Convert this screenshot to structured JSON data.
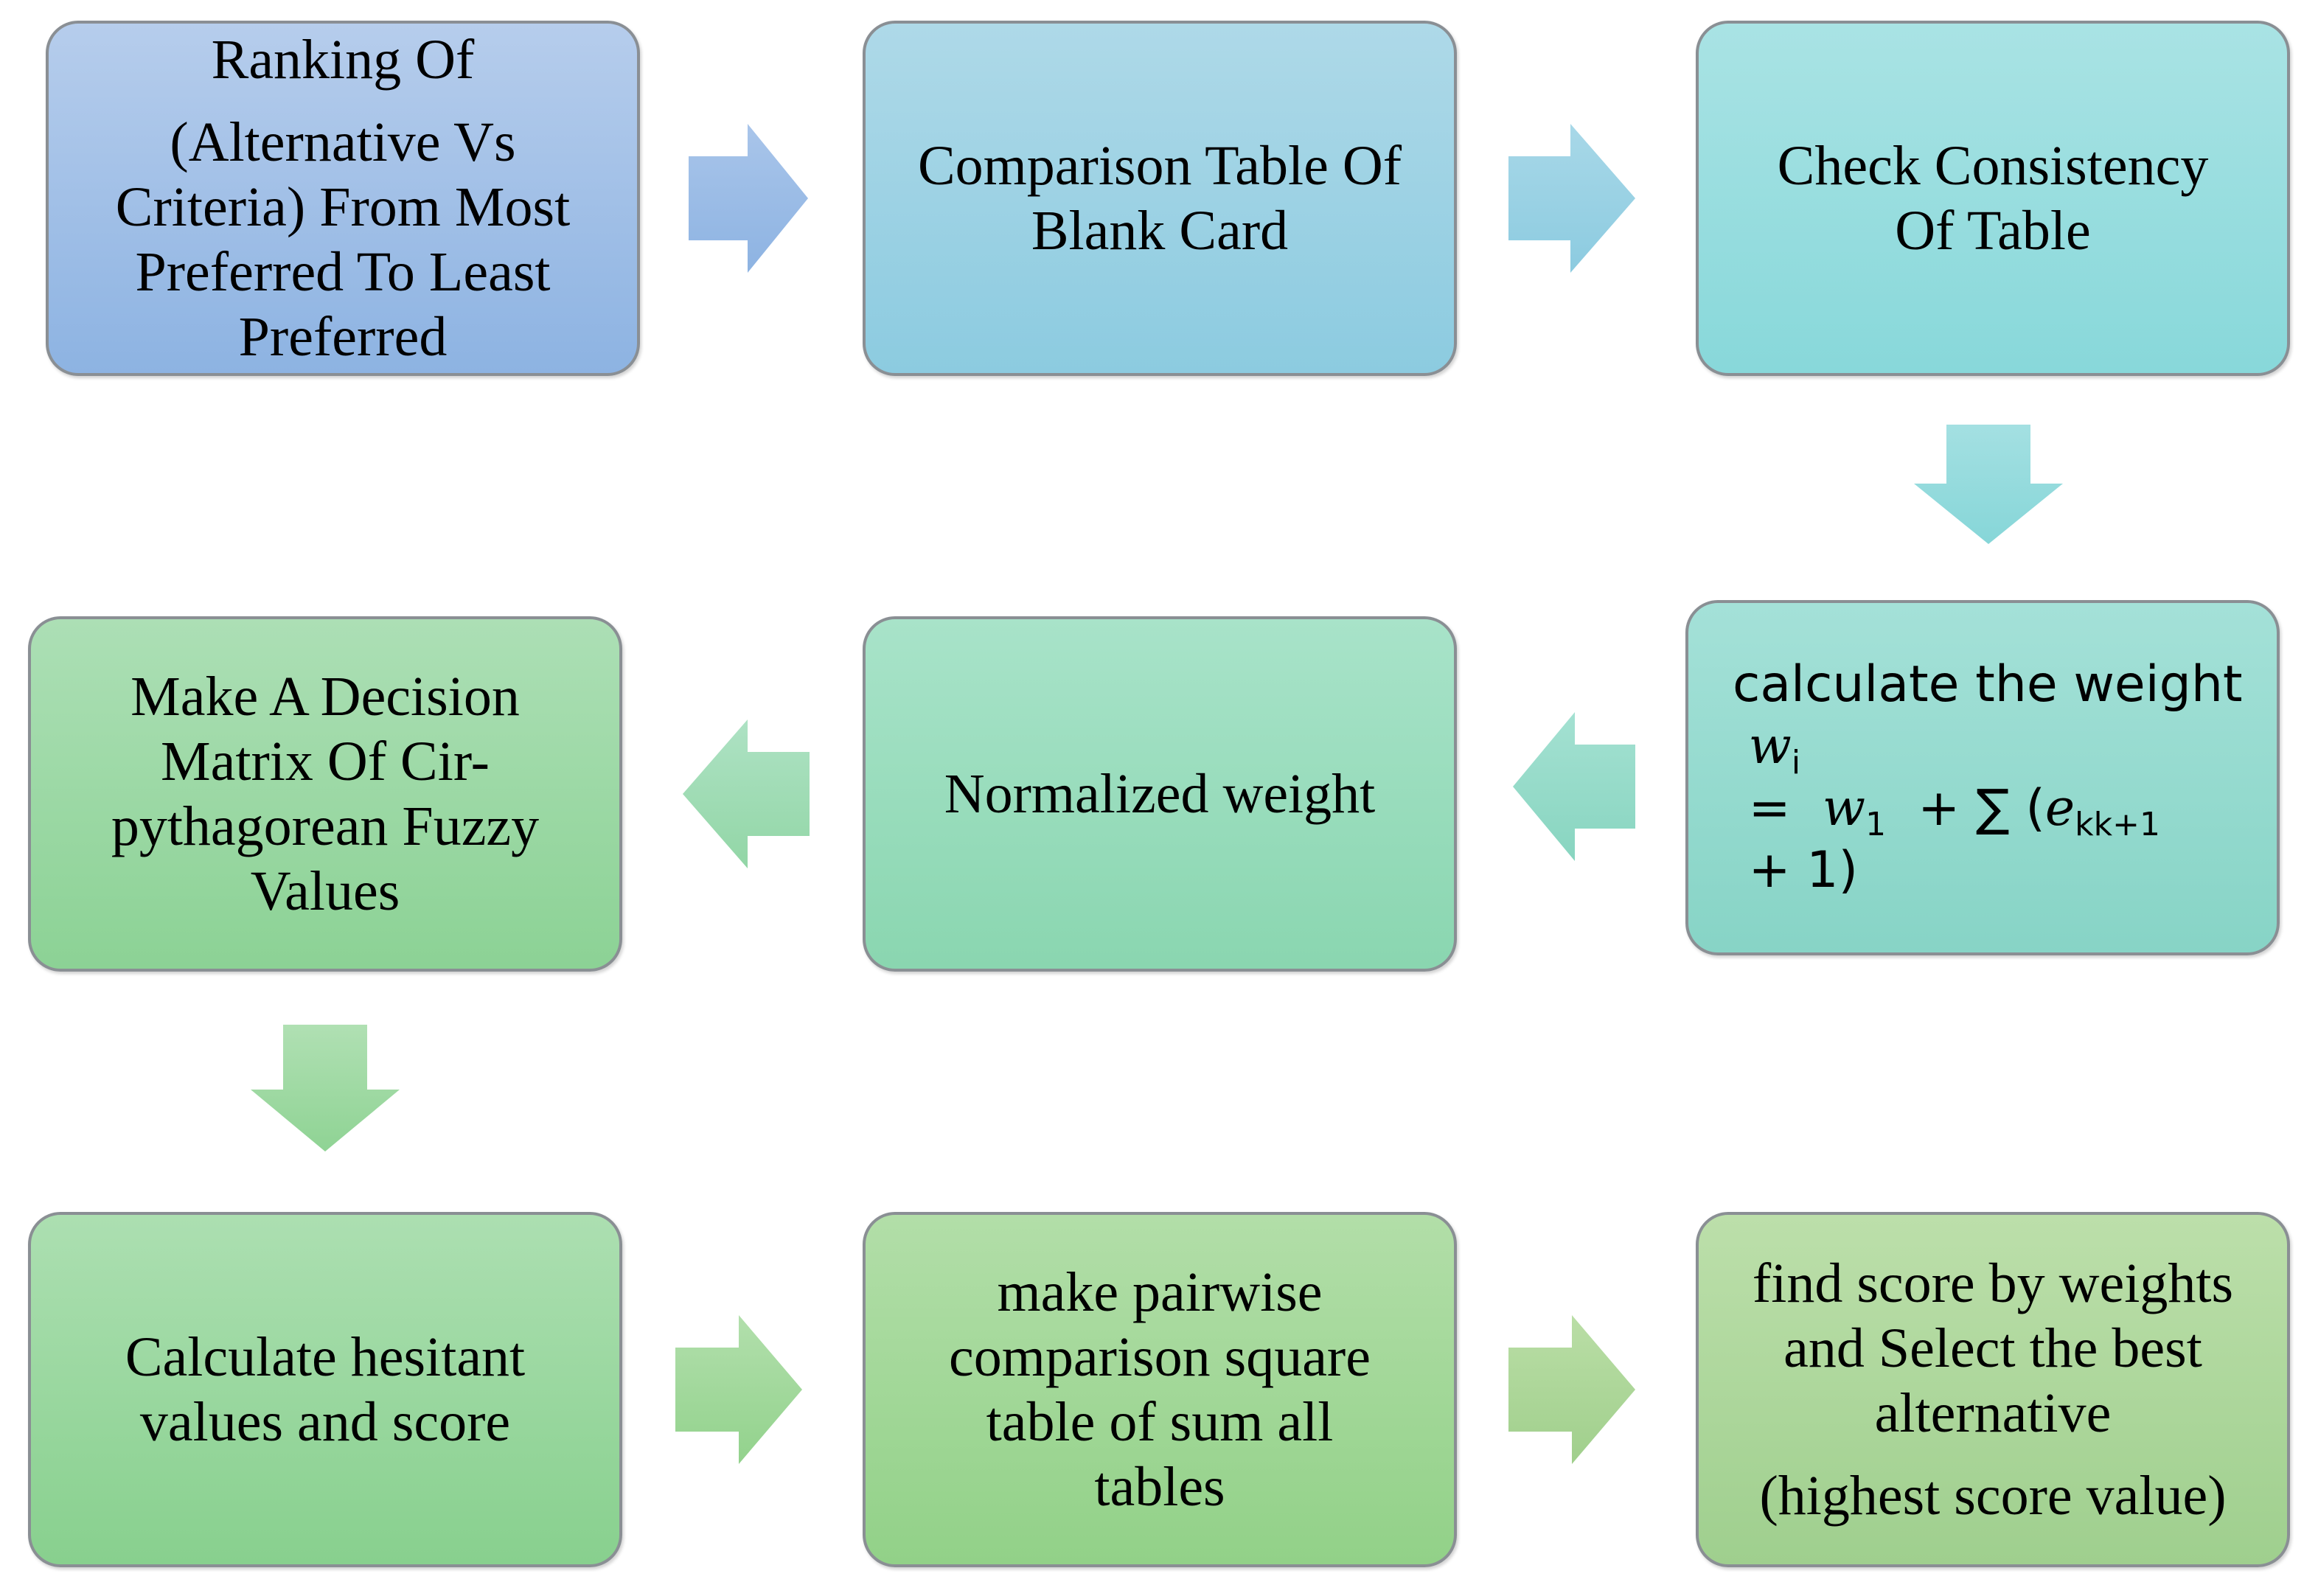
{
  "colors": {
    "box_border": "#8a8f94",
    "arrow_blue": "#8db3e2",
    "arrow_teal": "#8fd6da",
    "arrow_green": "#a6dcae"
  },
  "steps": {
    "ranking": {
      "line1": "Ranking Of",
      "line2": "(Alternative Vs",
      "line3": "Criteria) From Most",
      "line4": "Preferred To Least",
      "line5": "Preferred"
    },
    "comparison": {
      "line1": "Comparison Table Of",
      "line2": "Blank Card"
    },
    "consistency": {
      "line1": "Check Consistency",
      "line2": "Of Table"
    },
    "weight": {
      "title": "calculate the weight",
      "var_w": "w",
      "sub_i": "i",
      "equals": "=",
      "w1": "w",
      "sub_1": "1",
      "plus": "+",
      "sum": "∑",
      "paren_open": "(",
      "e": "e",
      "sub_kk1": "kk+1",
      "line3": "+  1)"
    },
    "normalized": {
      "line1": "Normalized weight"
    },
    "matrix": {
      "line1": "Make A Decision",
      "line2": "Matrix Of Cir-",
      "line3": "pythagorean Fuzzy",
      "line4": "Values"
    },
    "hesitant": {
      "line1": "Calculate hesitant",
      "line2": "values and score"
    },
    "pairwise": {
      "line1": "make pairwise",
      "line2": "comparison square",
      "line3": "table of sum all",
      "line4": "tables"
    },
    "score": {
      "line1": "find score by weights",
      "line2": "and Select the best",
      "line3": "alternative",
      "line4": "(highest score value)"
    }
  },
  "arrows": [
    {
      "id": "ranking-to-comparison",
      "direction": "right"
    },
    {
      "id": "comparison-to-consistency",
      "direction": "right"
    },
    {
      "id": "consistency-to-weight",
      "direction": "down"
    },
    {
      "id": "weight-to-normalized",
      "direction": "left"
    },
    {
      "id": "normalized-to-matrix",
      "direction": "left"
    },
    {
      "id": "matrix-to-hesitant",
      "direction": "down"
    },
    {
      "id": "hesitant-to-pairwise",
      "direction": "right"
    },
    {
      "id": "pairwise-to-score",
      "direction": "right"
    }
  ]
}
